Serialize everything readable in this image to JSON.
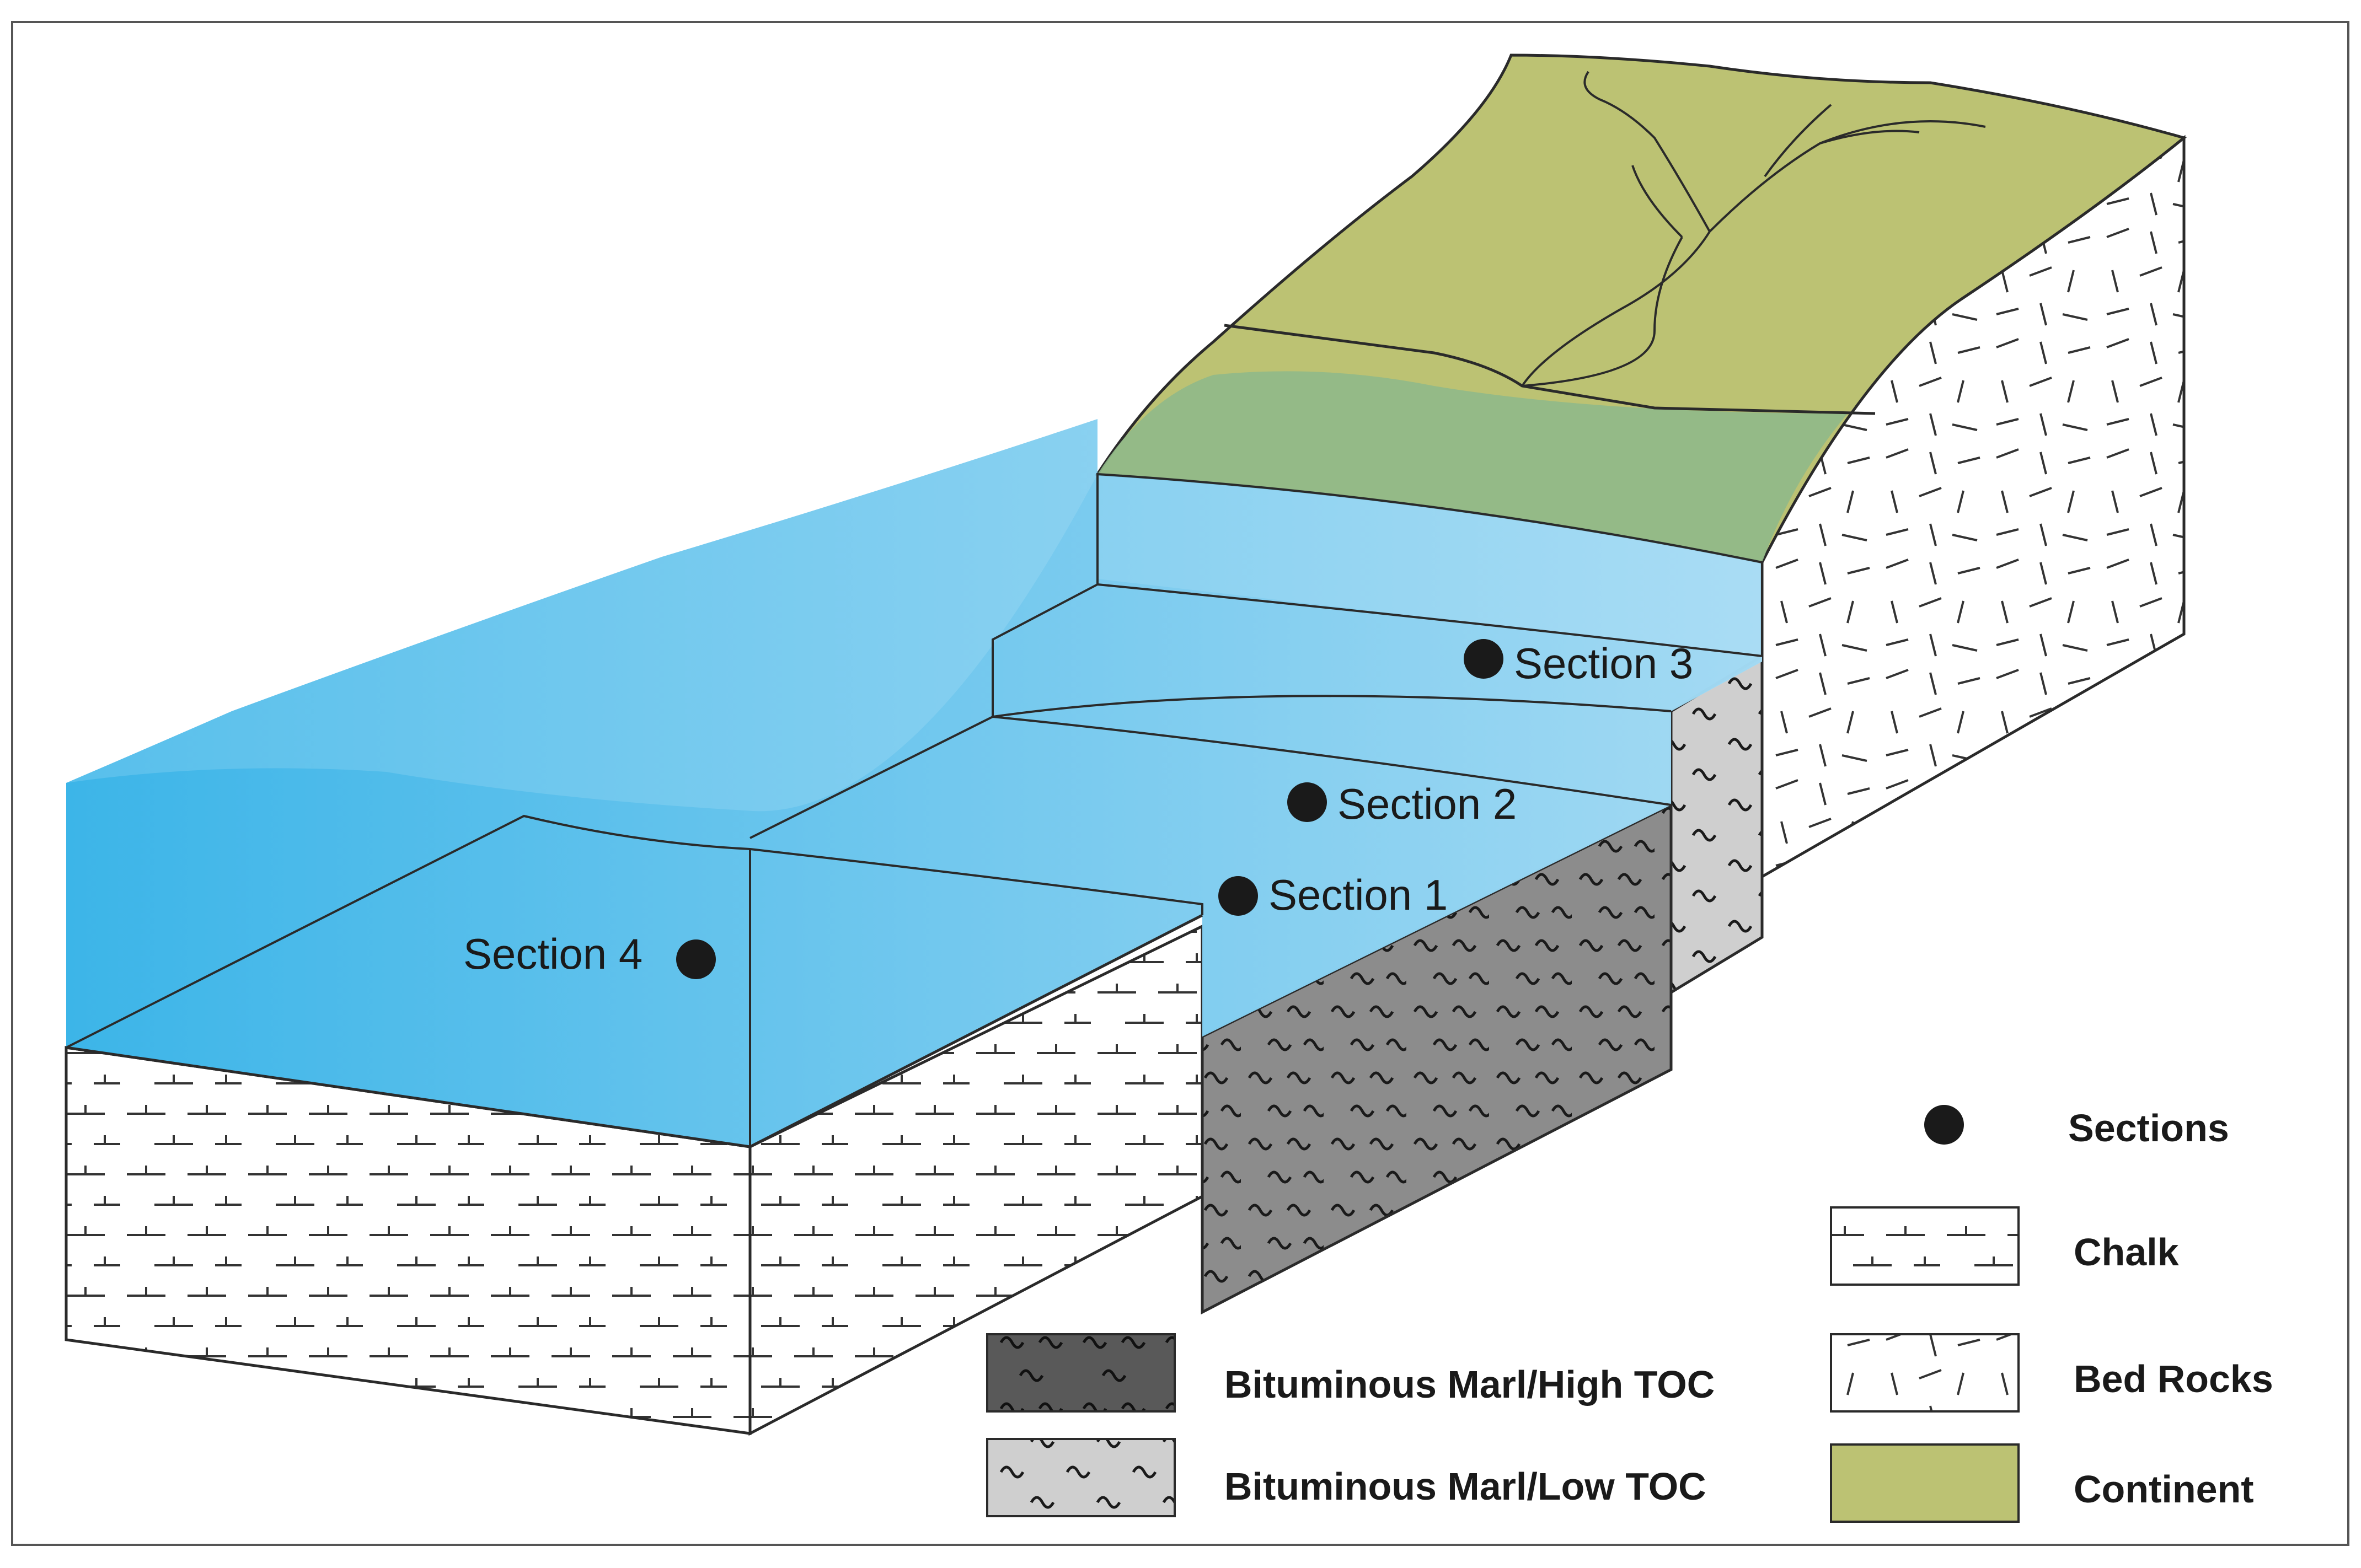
{
  "sections": [
    {
      "id": "section-1",
      "label": "Section 1"
    },
    {
      "id": "section-2",
      "label": "Section 2"
    },
    {
      "id": "section-3",
      "label": "Section 3"
    },
    {
      "id": "section-4",
      "label": "Section 4"
    }
  ],
  "legend": {
    "high_toc": "Bituminous Marl/High TOC",
    "low_toc": "Bituminous Marl/Low TOC",
    "sections": "Sections",
    "chalk": "Chalk",
    "bed_rocks": "Bed Rocks",
    "continent": "Continent"
  },
  "colors": {
    "water_deep": "#38b3e8",
    "water_light": "#d8eff9",
    "continent": "#bcc273",
    "high_toc": "#8c8c8c",
    "low_toc": "#cfcfcf",
    "high_toc_swatch": "#595959",
    "chalk_bg": "#ffffff",
    "outline": "#2a2a2a"
  }
}
